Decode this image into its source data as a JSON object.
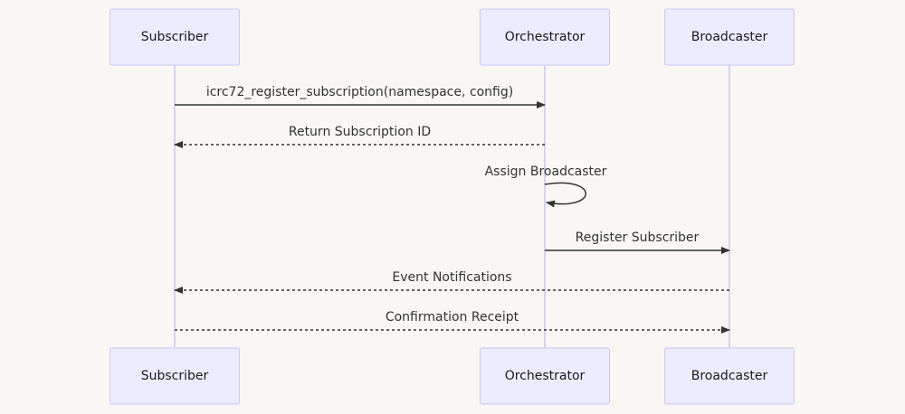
{
  "colors": {
    "background": "#f9f6f3",
    "actor_fill": "#ececff",
    "actor_border": "#c9c9f5",
    "lifeline": "#d6d2f2",
    "line": "#333333"
  },
  "participants": [
    {
      "id": "subscriber",
      "label": "Subscriber"
    },
    {
      "id": "orchestrator",
      "label": "Orchestrator"
    },
    {
      "id": "broadcaster",
      "label": "Broadcaster"
    }
  ],
  "messages": [
    {
      "from": "subscriber",
      "to": "orchestrator",
      "label": "icrc72_register_subscription(namespace, config)",
      "style": "solid"
    },
    {
      "from": "orchestrator",
      "to": "subscriber",
      "label": "Return Subscription ID",
      "style": "dashed"
    },
    {
      "from": "orchestrator",
      "to": "orchestrator",
      "label": "Assign Broadcaster",
      "style": "solid"
    },
    {
      "from": "orchestrator",
      "to": "broadcaster",
      "label": "Register Subscriber",
      "style": "solid"
    },
    {
      "from": "broadcaster",
      "to": "subscriber",
      "label": "Event Notifications",
      "style": "dashed"
    },
    {
      "from": "subscriber",
      "to": "broadcaster",
      "label": "Confirmation Receipt",
      "style": "dashed"
    }
  ]
}
